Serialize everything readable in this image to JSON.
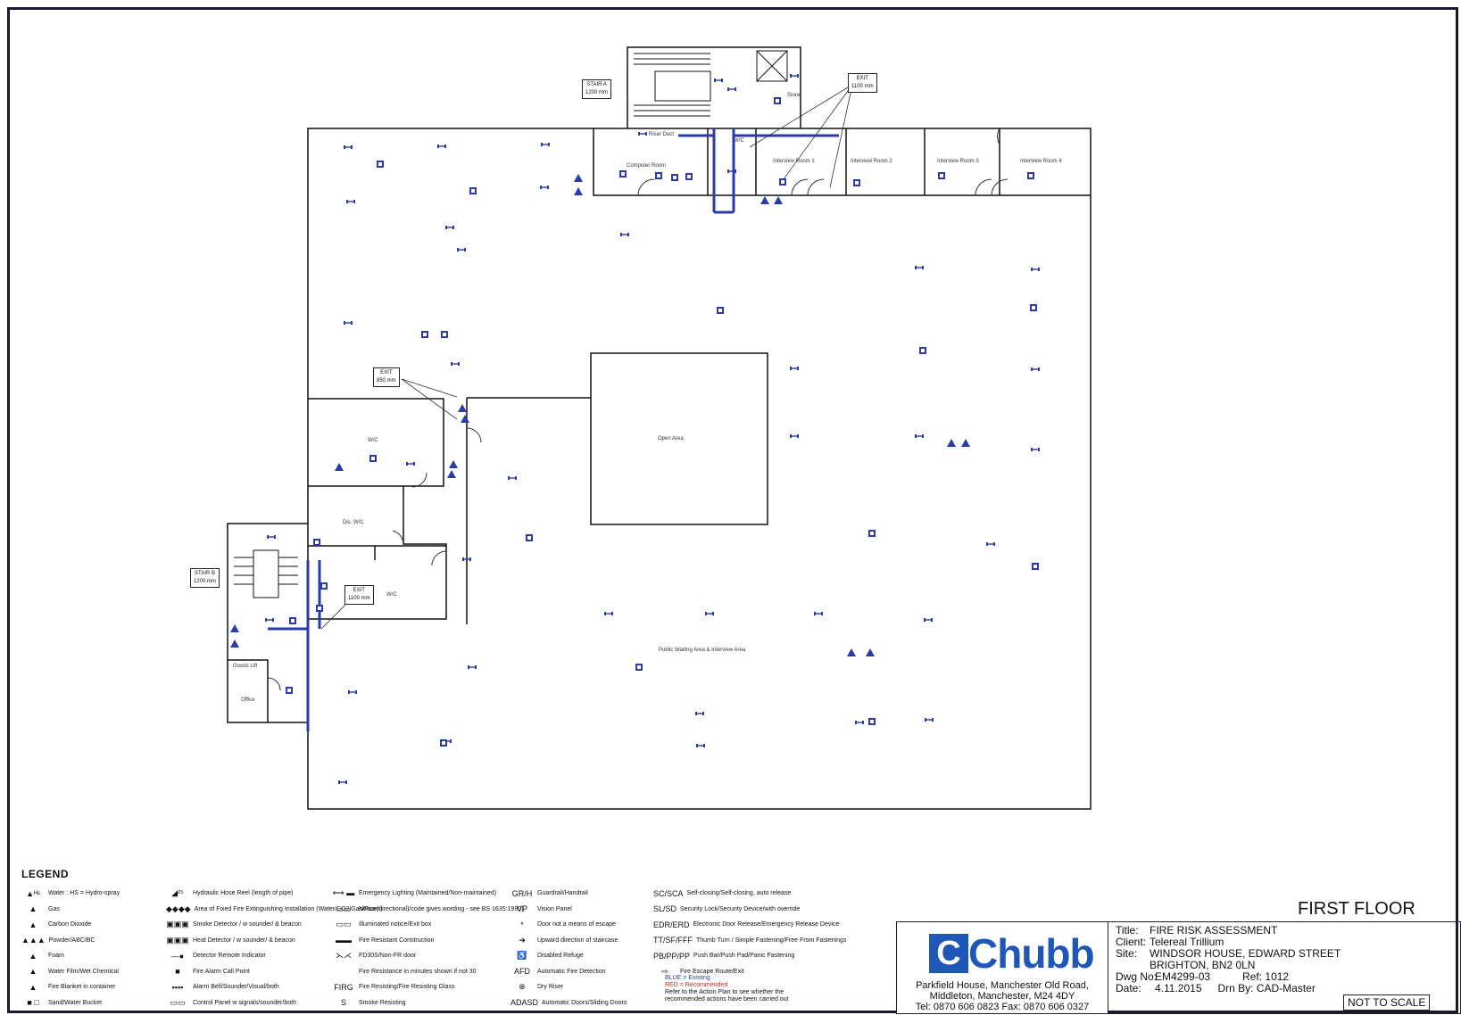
{
  "drawing": {
    "floor_title": "FIRST FLOOR",
    "not_to_scale": "NOT TO SCALE",
    "colors": {
      "existing": "#2a3aa6",
      "recommended": "#d21f1f",
      "walls": "#111111"
    }
  },
  "rooms": {
    "stair_a": "STAIR A",
    "stair_a_width": "1200 mm",
    "stair_b": "STAIR B",
    "stair_b_width": "1200 mm",
    "store": "Store",
    "riser": "Riser Duct",
    "computer_room": "Computer Room",
    "wc_upper": "W/C",
    "interview_1": "Interview Room 1",
    "interview_2": "Interview Room 2",
    "interview_3": "Interview Room 3",
    "interview_4": "Interview Room 4",
    "open_area": "Open Area",
    "public_waiting": "Public Waiting Area & Interview Area",
    "wc_left": "W/C",
    "dis_wc": "Dis. W/C",
    "wc_mid": "W/C",
    "office": "Office",
    "goods_lift": "Goods Lift"
  },
  "exits": {
    "exit_upper": {
      "label": "EXIT",
      "width": "1100 mm"
    },
    "exit_left": {
      "label": "EXIT",
      "width": "850 mm"
    },
    "exit_lower": {
      "label": "EXIT",
      "width": "1100 mm"
    }
  },
  "legend": {
    "heading": "LEGEND",
    "col1": [
      {
        "sym": "▲ᴴˢ",
        "text": "Water : HS = Hydro-spray"
      },
      {
        "sym": "▲",
        "text": "Gas"
      },
      {
        "sym": "▲",
        "text": "Carbon Dioxide"
      },
      {
        "sym": "▲▲▲",
        "text": "Powder/ABC/BC"
      },
      {
        "sym": "▲",
        "text": "Foam"
      },
      {
        "sym": "▲",
        "text": "Water Film/Wet Chemical"
      },
      {
        "sym": "▲",
        "text": "Fire Blanket in container"
      },
      {
        "sym": "■ □",
        "text": "Sand/Water Bucket"
      }
    ],
    "col2": [
      {
        "sym": "◢²⁵",
        "text": "Hydraulic Hose Reel (length of pipe)"
      },
      {
        "sym": "◆◆◆◆",
        "text": "Area of Fixed Fire Extinguishing Installation (Water/CO2/Gas/Foam)"
      },
      {
        "sym": "▣▣▣",
        "text": "Smoke Detector / w sounder/ & beacon"
      },
      {
        "sym": "▣▣▣",
        "text": "Heat Detector / w sounder/ & beacon"
      },
      {
        "sym": "—●",
        "text": "Detector Remote Indicator"
      },
      {
        "sym": "■",
        "text": "Fire Alarm Call Point"
      },
      {
        "sym": "▪▪▪▪",
        "text": "Alarm Bell/Sounder/Visual/both"
      },
      {
        "sym": "▭▭",
        "text": "Control Panel w signals/sounder/both"
      }
    ],
    "col3": [
      {
        "sym": "⟷ ▬",
        "text": "Emergency Lighting (Maintained/Non-maintained)"
      },
      {
        "sym": "▭▭",
        "text": "Notice(directional)/code gives wording - see BS 1635:1990)"
      },
      {
        "sym": "▭▭",
        "text": "Illuminated notice/Exit box"
      },
      {
        "sym": "▬▬",
        "text": "Fire Resistant Construction"
      },
      {
        "sym": "⋋⋌",
        "text": "FD30S/Non-FR door"
      },
      {
        "sym": "",
        "text": "Fire Resistance in minutes shown if not 30"
      },
      {
        "sym": "FIRG",
        "text": "Fire Resisting/Fire Resisting Glass"
      },
      {
        "sym": "S",
        "text": "Smoke Resisting"
      }
    ],
    "col4": [
      {
        "sym": "GR/H",
        "text": "Guardrail/Handrail"
      },
      {
        "sym": "VP",
        "text": "Vision Panel"
      },
      {
        "sym": "*",
        "text": "Door not a means of escape"
      },
      {
        "sym": "➜",
        "text": "Upward direction of staircase"
      },
      {
        "sym": "♿",
        "text": "Disabled Refuge"
      },
      {
        "sym": "AFD",
        "text": "Automatic Fire Detection"
      },
      {
        "sym": "⊕",
        "text": "Dry Riser"
      },
      {
        "sym": "ADASD",
        "text": "Automatic Doors/Sliding Doors"
      }
    ],
    "col5": [
      {
        "sym": "SC/SCA",
        "text": "Self-closing/Self-closing, auto release"
      },
      {
        "sym": "SL/SD",
        "text": "Security Lock/Security Device/with override"
      },
      {
        "sym": "EDR/ERD",
        "text": "Electronic Door Release/Emergency Release Device"
      },
      {
        "sym": "TT/SF/FFF",
        "text": "Thumb Turn / Simple Fastening/Free From Fastenings"
      },
      {
        "sym": "PB/PP/PP",
        "text": "Push Bar/Push Pad/Panic Fastening"
      },
      {
        "sym": "⇨",
        "text": "Fire Escape Route/Exit"
      }
    ],
    "key_blue": "BLUE = Existing",
    "key_red": "RED = Recommended",
    "key_note": "Refer to the Action Plan to see whether the recommended actions have been carried out"
  },
  "company": {
    "logo_c": "C",
    "logo_word": "Chubb",
    "address1": "Parkfield House, Manchester Old Road,",
    "address2": "Middleton, Manchester, M24 4DY",
    "tel": "Tel: 0870 606 0823 Fax: 0870 606 0327"
  },
  "title_block": {
    "title_k": "Title:",
    "title_v": "FIRE RISK ASSESSMENT",
    "client_k": "Client:",
    "client_v": "Telereal Trillium",
    "site_k": "Site:",
    "site_v1": "WINDSOR HOUSE, EDWARD STREET",
    "site_v2": "BRIGHTON, BN2 0LN",
    "dwg_k": "Dwg No:",
    "dwg_v": "EM4299-03",
    "ref": "Ref: 1012",
    "date_k": "Date:",
    "date_v": "4.11.2015",
    "drn": "Drn By: CAD-Master"
  }
}
